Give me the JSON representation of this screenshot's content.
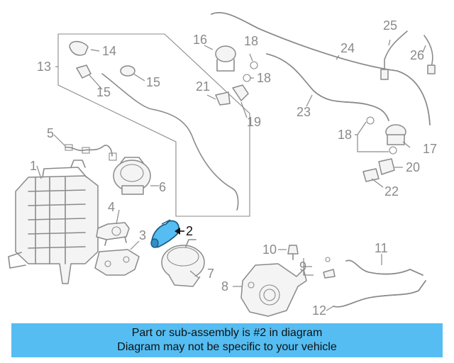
{
  "callouts": {
    "c1": "1",
    "c2": "2",
    "c3": "3",
    "c4": "4",
    "c5": "5",
    "c6": "6",
    "c7": "7",
    "c8": "8",
    "c9": "9",
    "c10": "10",
    "c11": "11",
    "c12": "12",
    "c13": "13",
    "c14": "14",
    "c15a": "15",
    "c15b": "15",
    "c16": "16",
    "c17": "17",
    "c18a": "18",
    "c18b": "18",
    "c18c": "18",
    "c19": "19",
    "c20": "20",
    "c21": "21",
    "c22": "22",
    "c23": "23",
    "c24": "24",
    "c25": "25",
    "c26": "26"
  },
  "highlighted_part": "2",
  "colors": {
    "highlight": "#55bdf2",
    "banner": "#55bdf2",
    "line": "#8a8a8a"
  },
  "banner": {
    "line1": "Part or sub-assembly is #2 in diagram",
    "line2": "Diagram may not be specific to your vehicle"
  }
}
